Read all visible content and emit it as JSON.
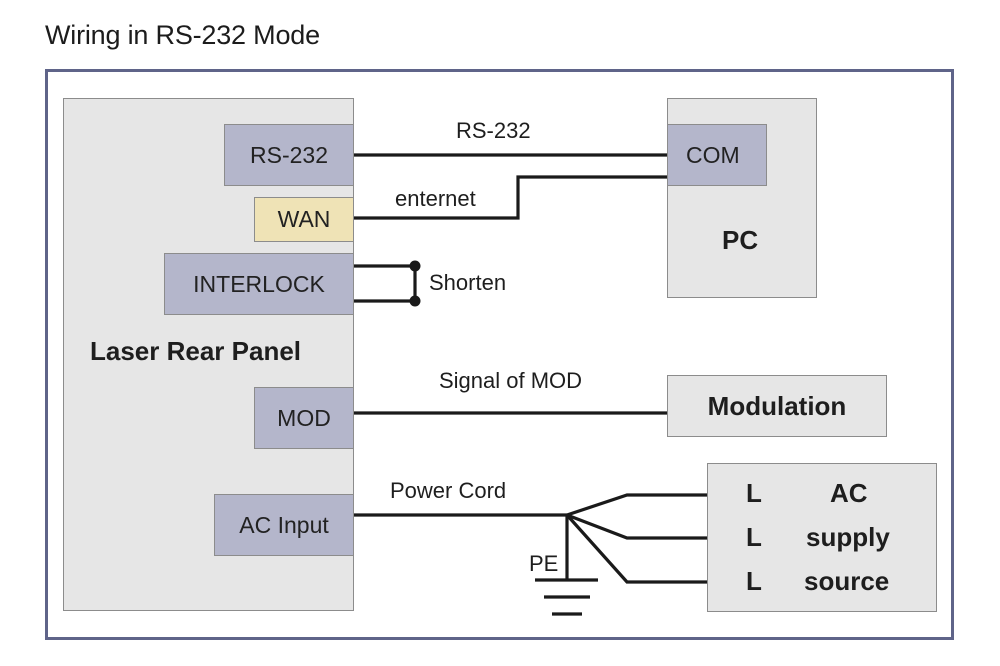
{
  "title": "Wiring in RS-232 Mode",
  "laser_panel": {
    "label": "Laser Rear Panel",
    "ports": {
      "rs232": "RS-232",
      "wan": "WAN",
      "interlock": "INTERLOCK",
      "mod": "MOD",
      "ac_input": "AC Input"
    }
  },
  "pc": {
    "label": "PC",
    "port": "COM"
  },
  "modulation": {
    "label": "Modulation"
  },
  "ac_supply": {
    "lines": [
      {
        "terminal": "L",
        "text": "AC"
      },
      {
        "terminal": "L",
        "text": "supply"
      },
      {
        "terminal": "L",
        "text": "source"
      }
    ]
  },
  "connections": {
    "rs232": "RS-232",
    "internet": "enternet",
    "interlock": "Shorten",
    "mod": "Signal of MOD",
    "power": "Power Cord",
    "ground": "PE"
  },
  "colors": {
    "frame": "#5f6489",
    "panel": "#e6e6e6",
    "port": "#b4b6cb",
    "wan_port": "#efe3b6",
    "wire": "#1a1a1a"
  }
}
